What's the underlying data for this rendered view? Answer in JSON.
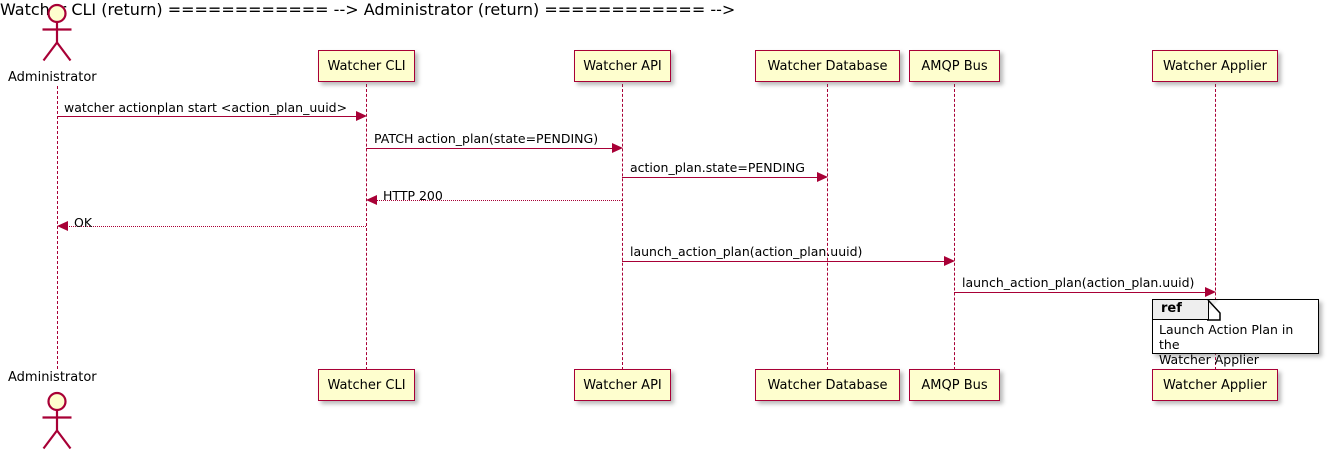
{
  "diagram": {
    "type": "uml-sequence-diagram",
    "title": "",
    "colors": {
      "participant_fill": "#FEFECE",
      "participant_border": "#A80036",
      "arrow": "#A80036",
      "lifeline": "#A80036",
      "text": "#000000",
      "ref_fill": "#FFFFFF",
      "ref_border": "#000000",
      "ref_tab_fill": "#EEEEEE"
    }
  },
  "actors": [
    {
      "name": "administrator",
      "label": "Administrator",
      "kind": "actor"
    }
  ],
  "participants": [
    {
      "name": "watcher-cli",
      "label": "Watcher CLI",
      "kind": "participant"
    },
    {
      "name": "watcher-api",
      "label": "Watcher API",
      "kind": "participant"
    },
    {
      "name": "watcher-database",
      "label": "Watcher Database",
      "kind": "participant"
    },
    {
      "name": "amqp-bus",
      "label": "AMQP Bus",
      "kind": "participant"
    },
    {
      "name": "watcher-applier",
      "label": "Watcher Applier",
      "kind": "participant"
    }
  ],
  "messages": [
    {
      "index": 1,
      "label": "watcher actionplan start <action_plan_uuid>",
      "from": "administrator",
      "to": "watcher-cli",
      "style": "solid",
      "direction": "right"
    },
    {
      "index": 2,
      "label": "PATCH action_plan(state=PENDING)",
      "from": "watcher-cli",
      "to": "watcher-api",
      "style": "solid",
      "direction": "right"
    },
    {
      "index": 3,
      "label": "action_plan.state=PENDING",
      "from": "watcher-api",
      "to": "watcher-database",
      "style": "solid",
      "direction": "right"
    },
    {
      "index": 4,
      "label": "HTTP 200",
      "from": "watcher-api",
      "to": "watcher-cli",
      "style": "dotted",
      "direction": "left"
    },
    {
      "index": 5,
      "label": "OK",
      "from": "watcher-cli",
      "to": "administrator",
      "style": "dotted",
      "direction": "left"
    },
    {
      "index": 6,
      "label": "launch_action_plan(action_plan.uuid)",
      "from": "watcher-api",
      "to": "amqp-bus",
      "style": "solid",
      "direction": "right"
    },
    {
      "index": 7,
      "label": "launch_action_plan(action_plan.uuid)",
      "from": "amqp-bus",
      "to": "watcher-applier",
      "style": "solid",
      "direction": "right"
    }
  ],
  "ref_fragment": {
    "name": "ref-launch-action-plan",
    "tab_label": "ref",
    "text": "Launch Action Plan in the\nWatcher Applier",
    "over": "watcher-applier"
  }
}
